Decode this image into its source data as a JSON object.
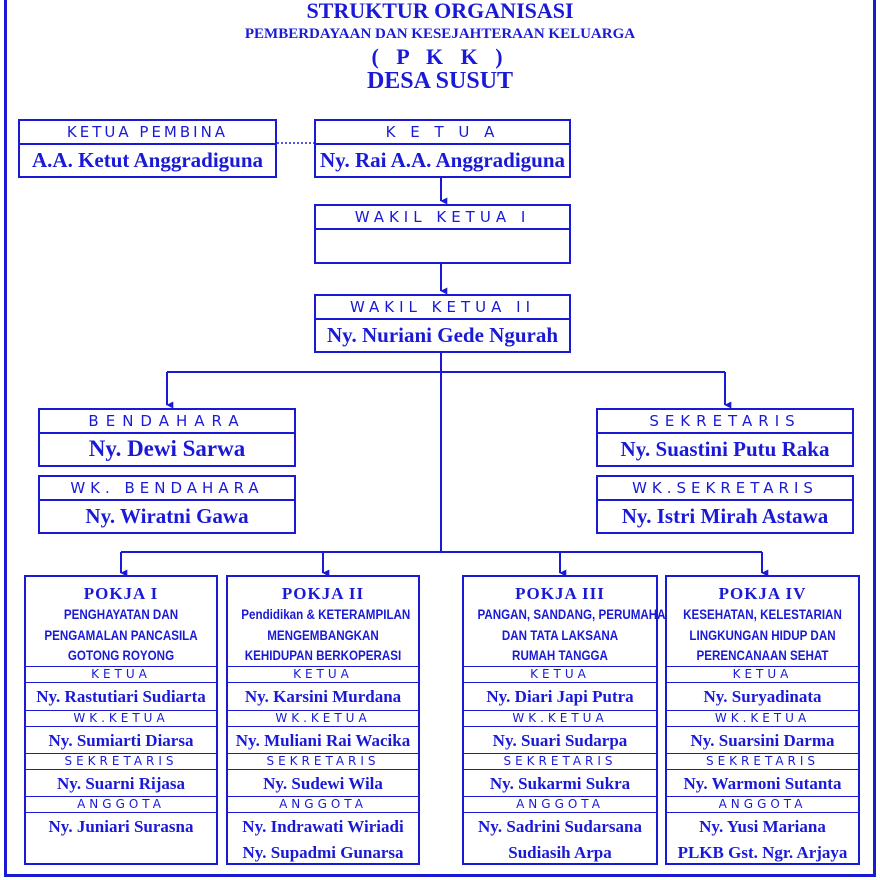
{
  "header": {
    "title": "STRUKTUR ORGANISASI",
    "subtitle": "PEMBERDAYAAN DAN KESEJAHTERAAN KELUARGA",
    "acronym": "( P K K )",
    "village": "DESA SUSUT"
  },
  "ketua_pembina": {
    "role": "KETUA PEMBINA",
    "name": "A.A. Ketut Anggradiguna"
  },
  "ketua": {
    "role": "K E T U A",
    "name": "Ny. Rai A.A. Anggradiguna"
  },
  "wakil_ketua_1": {
    "role": "WAKIL KETUA I",
    "name": ""
  },
  "wakil_ketua_2": {
    "role": "WAKIL KETUA II",
    "name": "Ny. Nuriani Gede Ngurah"
  },
  "bendahara": {
    "role": "BENDAHARA",
    "name": "Ny. Dewi Sarwa"
  },
  "wk_bendahara": {
    "role": "WK. BENDAHARA",
    "name": "Ny. Wiratni Gawa"
  },
  "sekretaris": {
    "role": "SEKRETARIS",
    "name": "Ny. Suastini Putu Raka"
  },
  "wk_sekretaris": {
    "role": "WK.SEKRETARIS",
    "name": "Ny. Istri Mirah Astawa"
  },
  "pokja": [
    {
      "title": "POKJA  I",
      "desc": [
        "PENGHAYATAN DAN",
        "PENGAMALAN PANCASILA",
        "GOTONG ROYONG"
      ],
      "ketua_label": "KETUA",
      "ketua": "Ny. Rastutiari Sudiarta",
      "wk_label": "WK.KETUA",
      "wk": "Ny. Sumiarti Diarsa",
      "sek_label": "SEKRETARIS",
      "sek": "Ny. Suarni Rijasa",
      "ang_label": "ANGGOTA",
      "anggota": [
        "Ny. Juniari Surasna",
        ""
      ]
    },
    {
      "title": "POKJA  II",
      "desc": [
        "Pendidikan & KETERAMPILAN",
        "MENGEMBANGKAN",
        "KEHIDUPAN BERKOPERASI"
      ],
      "ketua_label": "KETUA",
      "ketua": "Ny. Karsini Murdana",
      "wk_label": "WK.KETUA",
      "wk": "Ny. Muliani Rai Wacika",
      "sek_label": "SEKRETARIS",
      "sek": "Ny. Sudewi Wila",
      "ang_label": "ANGGOTA",
      "anggota": [
        "Ny. Indrawati Wiriadi",
        "Ny. Supadmi Gunarsa"
      ]
    },
    {
      "title": "POKJA  III",
      "desc": [
        "PANGAN, SANDANG, PERUMAHAN",
        "DAN TATA LAKSANA",
        "RUMAH TANGGA"
      ],
      "ketua_label": "KETUA",
      "ketua": "Ny. Diari Japi Putra",
      "wk_label": "WK.KETUA",
      "wk": "Ny. Suari Sudarpa",
      "sek_label": "SEKRETARIS",
      "sek": "Ny. Sukarmi Sukra",
      "ang_label": "ANGGOTA",
      "anggota": [
        "Ny. Sadrini Sudarsana",
        "Sudiasih Arpa"
      ]
    },
    {
      "title": "POKJA  IV",
      "desc": [
        "KESEHATAN, KELESTARIAN",
        "LINGKUNGAN HIDUP DAN",
        "PERENCANAAN SEHAT"
      ],
      "ketua_label": "KETUA",
      "ketua": "Ny. Suryadinata",
      "wk_label": "WK.KETUA",
      "wk": "Ny. Suarsini Darma",
      "sek_label": "SEKRETARIS",
      "sek": "Ny. Warmoni Sutanta",
      "ang_label": "ANGGOTA",
      "anggota": [
        "Ny. Yusi Mariana",
        "PLKB Gst. Ngr. Arjaya"
      ]
    }
  ],
  "colors": {
    "primary": "#1a1ad6",
    "background": "#ffffff"
  }
}
